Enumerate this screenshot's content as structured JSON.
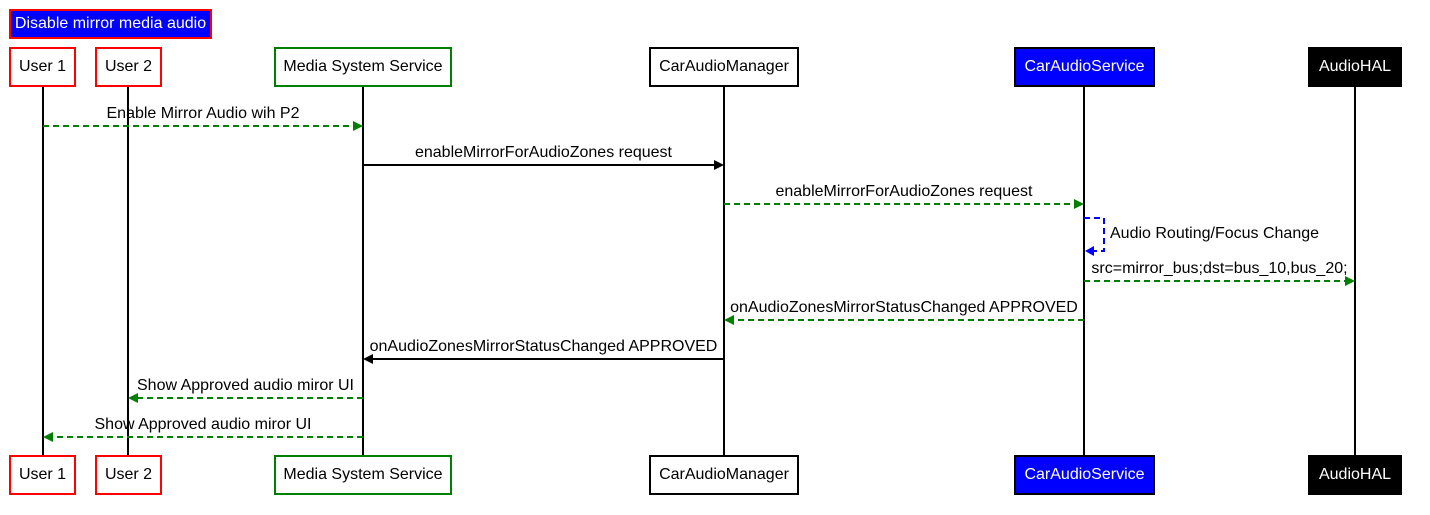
{
  "title": "Disable mirror media audio",
  "participants": [
    {
      "id": "user1",
      "label": "User 1",
      "border": "#ff0000",
      "fill": "#ffffff",
      "text": "#000000"
    },
    {
      "id": "user2",
      "label": "User 2",
      "border": "#ff0000",
      "fill": "#ffffff",
      "text": "#000000"
    },
    {
      "id": "mss",
      "label": "Media System Service",
      "border": "#008000",
      "fill": "#ffffff",
      "text": "#000000"
    },
    {
      "id": "cam",
      "label": "CarAudioManager",
      "border": "#000000",
      "fill": "#ffffff",
      "text": "#000000"
    },
    {
      "id": "cas",
      "label": "CarAudioService",
      "border": "#000000",
      "fill": "#0000ff",
      "text": "#ffffff"
    },
    {
      "id": "hal",
      "label": "AudioHAL",
      "border": "#000000",
      "fill": "#000000",
      "text": "#ffffff"
    }
  ],
  "messages": [
    {
      "from": "user1",
      "to": "mss",
      "label": "Enable Mirror Audio wih P2",
      "style": "dashed",
      "color": "#008000"
    },
    {
      "from": "mss",
      "to": "cam",
      "label": "enableMirrorForAudioZones request",
      "style": "solid",
      "color": "#000000"
    },
    {
      "from": "cam",
      "to": "cas",
      "label": "enableMirrorForAudioZones request",
      "style": "dashed",
      "color": "#008000"
    },
    {
      "from": "cas",
      "to": "cas",
      "label": "Audio Routing/Focus Change",
      "style": "dashed",
      "color": "#0000ff"
    },
    {
      "from": "cas",
      "to": "hal",
      "label": "src=mirror_bus;dst=bus_10,bus_20;",
      "style": "dashed",
      "color": "#008000"
    },
    {
      "from": "cas",
      "to": "cam",
      "label": "onAudioZonesMirrorStatusChanged APPROVED",
      "style": "dashed",
      "color": "#008000"
    },
    {
      "from": "cam",
      "to": "mss",
      "label": "onAudioZonesMirrorStatusChanged APPROVED",
      "style": "solid",
      "color": "#000000"
    },
    {
      "from": "mss",
      "to": "user2",
      "label": "Show Approved audio miror UI",
      "style": "dashed",
      "color": "#008000"
    },
    {
      "from": "mss",
      "to": "user1",
      "label": "Show Approved audio miror UI",
      "style": "dashed",
      "color": "#008000"
    }
  ]
}
